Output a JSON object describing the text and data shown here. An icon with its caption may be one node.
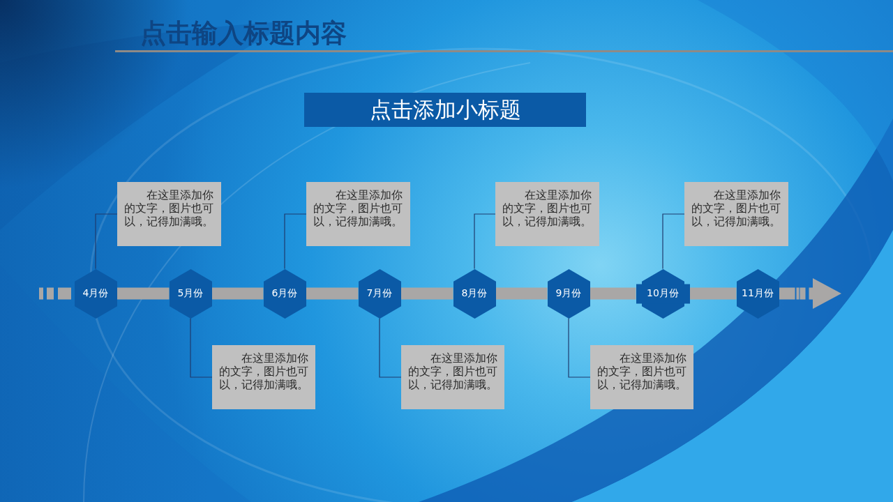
{
  "diagram": {
    "title": "点击输入标题内容",
    "nodes": [
      {
        "text": [
          "点击添加小标题"
        ]
      },
      {
        "text": [
          "在这里添加你的文字，图片也可以，记得加满哦。"
        ]
      },
      {
        "text": [
          "在这里添加你的文字，图片也可以，记得加满哦。"
        ]
      },
      {
        "text": [
          "在这里添加你的文字，图片也可以，记得加满哦。"
        ]
      },
      {
        "text": [
          "在这里添加你的文字，图片也可以，记得加满哦。"
        ]
      },
      {
        "text": [
          "4月份"
        ]
      },
      {
        "text": [
          "5月份"
        ]
      },
      {
        "text": [
          "6月份"
        ]
      },
      {
        "text": [
          "7月份"
        ]
      },
      {
        "text": [
          "8月份"
        ]
      },
      {
        "text": [
          "9月份"
        ]
      },
      {
        "text": [
          "10月份"
        ]
      },
      {
        "text": [
          "11月份"
        ]
      },
      {
        "text": [
          "在这里添加你的文字，图片也可以，记得加满哦。"
        ]
      },
      {
        "text": [
          "在这里添加你的文字，图片也可以，记得加满哦。"
        ]
      },
      {
        "text": [
          "在这里添加你的文字，图片也可以，记得加满哦。"
        ]
      }
    ],
    "edges": [
      {
        "from": null,
        "to": 5,
        "arrow": "none",
        "style": "dashed"
      },
      {
        "from": 5,
        "to": 6,
        "arrow": "none"
      },
      {
        "from": 6,
        "to": 7,
        "arrow": "none"
      },
      {
        "from": 7,
        "to": 8,
        "arrow": "none"
      },
      {
        "from": 8,
        "to": 9,
        "arrow": "none"
      },
      {
        "from": 9,
        "to": 10,
        "arrow": "none"
      },
      {
        "from": 10,
        "to": 11,
        "arrow": "none"
      },
      {
        "from": 11,
        "to": 12,
        "arrow": "none"
      },
      {
        "from": 12,
        "to": null,
        "arrow": "to",
        "style": "dashed"
      },
      {
        "from": 5,
        "to": 1,
        "arrow": "none",
        "color": "#1f3b6e"
      },
      {
        "from": 6,
        "to": 13,
        "arrow": "none",
        "color": "#1f3b6e"
      },
      {
        "from": 7,
        "to": 2,
        "arrow": "none",
        "color": "#1f3b6e"
      },
      {
        "from": 8,
        "to": 14,
        "arrow": "none",
        "color": "#1f3b6e"
      },
      {
        "from": 9,
        "to": 3,
        "arrow": "none",
        "color": "#1f3b6e"
      },
      {
        "from": 10,
        "to": 15,
        "arrow": "none",
        "color": "#1f3b6e"
      },
      {
        "from": 11,
        "to": 4,
        "arrow": "none",
        "color": "#1f3b6e"
      }
    ]
  }
}
